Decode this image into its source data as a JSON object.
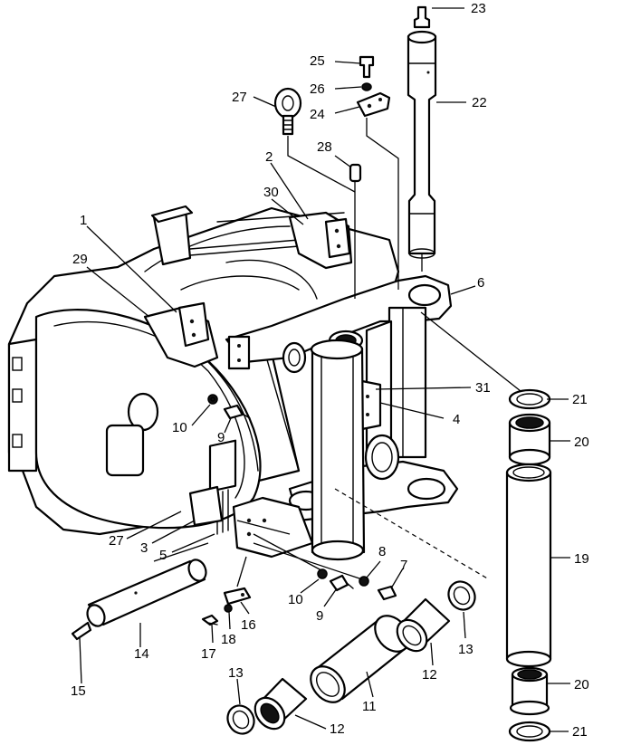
{
  "labels": {
    "p1": "1",
    "p2": "2",
    "p3": "3",
    "p4": "4",
    "p5": "5",
    "p6": "6",
    "p7": "7",
    "p8": "8",
    "p9a": "9",
    "p9b": "9",
    "p10a": "10",
    "p10b": "10",
    "p11": "11",
    "p12a": "12",
    "p12b": "12",
    "p13a": "13",
    "p13b": "13",
    "p14": "14",
    "p15": "15",
    "p16": "16",
    "p17": "17",
    "p18": "18",
    "p19": "19",
    "p20a": "20",
    "p20b": "20",
    "p21a": "21",
    "p21b": "21",
    "p22": "22",
    "p23": "23",
    "p24": "24",
    "p25": "25",
    "p26": "26",
    "p27a": "27",
    "p27b": "27",
    "p28": "28",
    "p29": "29",
    "p30": "30",
    "p31": "31"
  }
}
